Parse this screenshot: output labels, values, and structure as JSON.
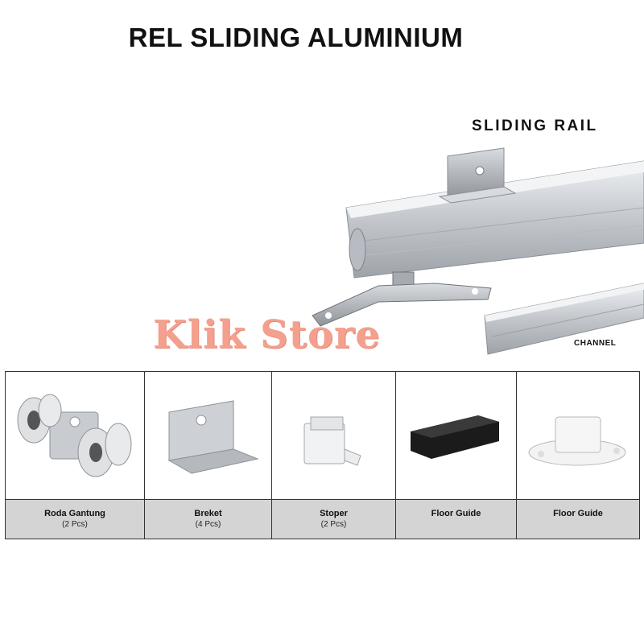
{
  "title": "REL SLIDING ALUMINIUM",
  "rail_label": "SLIDING RAIL",
  "channel_label": "CHANNEL",
  "watermark": "Klik Store",
  "parts": [
    {
      "name": "Roda Gantung",
      "qty": "(2 Pcs)",
      "icon": "hanging-wheel-icon"
    },
    {
      "name": "Breket",
      "qty": "(4 Pcs)",
      "icon": "bracket-icon"
    },
    {
      "name": "Stoper",
      "qty": "(2 Pcs)",
      "icon": "stopper-icon"
    },
    {
      "name": "Floor Guide",
      "qty": "",
      "icon": "floor-guide-black-icon"
    },
    {
      "name": "Floor Guide",
      "qty": "",
      "icon": "floor-guide-white-icon"
    }
  ],
  "colors": {
    "aluminium": "#c9ccd1",
    "caption_bg": "#d4d4d4",
    "watermark": "#f3a08f"
  }
}
